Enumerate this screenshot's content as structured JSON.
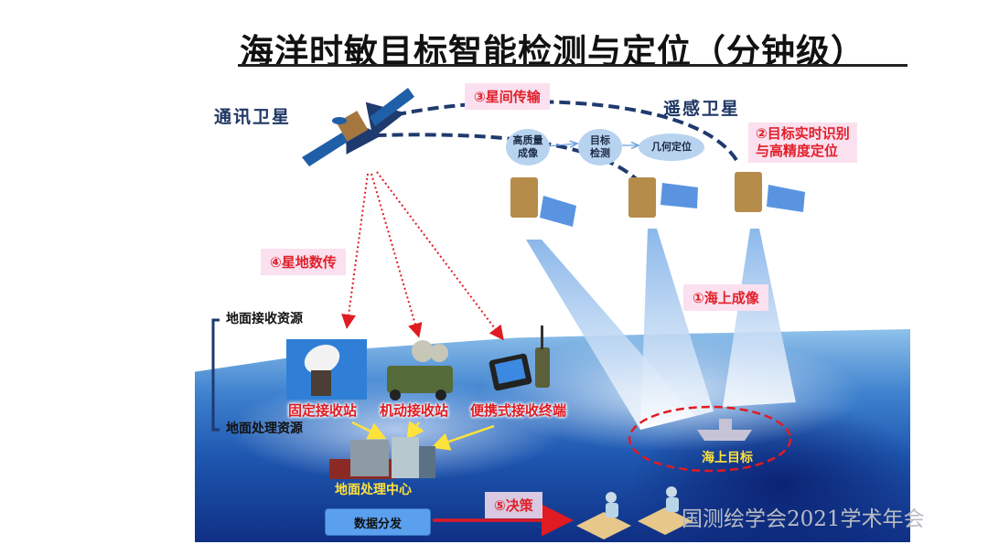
{
  "title": "海洋时敏目标智能检测与定位（分钟级）",
  "satellites": {
    "comm_label": "通讯卫星",
    "remote_label": "遥感卫星"
  },
  "steps": {
    "step1": "①海上成像",
    "step2_line1": "②目标实时识别",
    "step2_line2": "与高精度定位",
    "step3": "③星间传输",
    "step4": "④星地数传",
    "step5": "⑤决策"
  },
  "pipeline": {
    "stage1_line1": "高质量",
    "stage1_line2": "成像",
    "stage2_line1": "目标",
    "stage2_line2": "检测",
    "stage3": "几何定位"
  },
  "ground": {
    "receive_resources": "地面接收资源",
    "process_resources": "地面处理资源",
    "fixed_station": "固定接收站",
    "mobile_station": "机动接收站",
    "portable_terminal": "便携式接收终端",
    "processing_center": "地面处理中心",
    "data_distribution": "数据分发",
    "sea_target": "海上目标"
  },
  "watermark": "国测绘学会2021学术年会",
  "colors": {
    "accent_red": "#e01b22",
    "pink_bg": "#fbe0ef",
    "navy_dash": "#1f3a6e",
    "bubble_blue": "#b8d3ef",
    "ocean_deep": "#0f2f84",
    "label_yellow": "#ffe23a"
  }
}
